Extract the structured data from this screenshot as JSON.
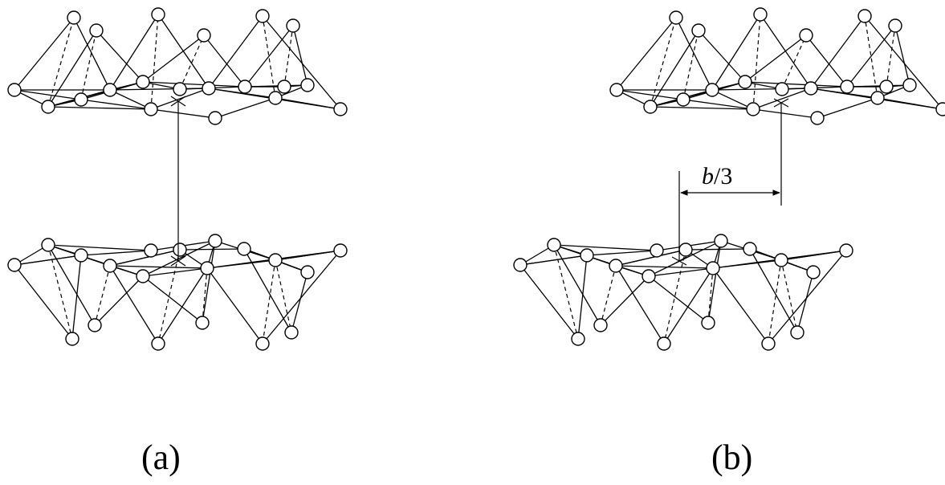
{
  "panels": [
    {
      "id": "a",
      "label": "(a)"
    },
    {
      "id": "b",
      "label": "(b)"
    }
  ],
  "offset_annotation": {
    "italic_part": "b",
    "plain_part": "/3"
  }
}
